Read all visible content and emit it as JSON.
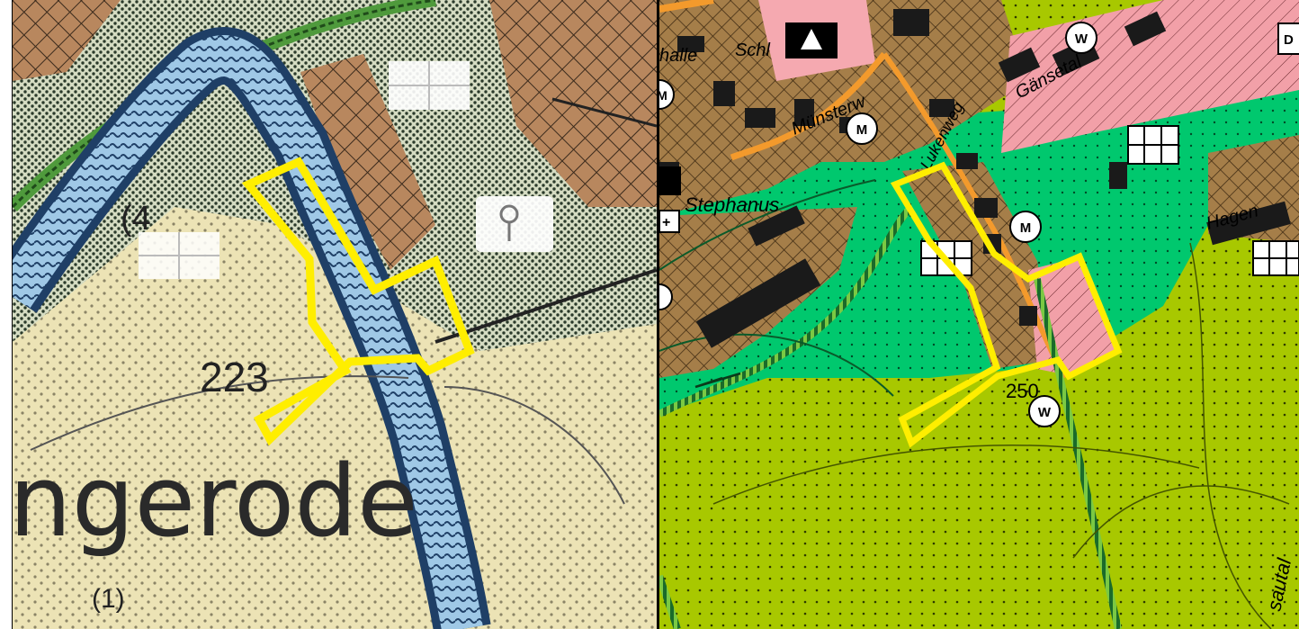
{
  "left_map": {
    "labels": {
      "place_name": "ngerode",
      "elevation_main": "223",
      "elevation_small": "(4",
      "elevation_bottom": "(1)"
    },
    "colors": {
      "settlement_brown": "#b8875e",
      "field_cream": "#ece3b5",
      "dotted_green": "#c9d6b3",
      "river_blue": "#2f5d8c",
      "river_light": "#9fc8e6",
      "boundary_yellow": "#ffee00",
      "forest_green": "#4f9a3c"
    }
  },
  "right_map": {
    "labels": {
      "street_1": "Münsterw",
      "street_2": "Lukenweg",
      "street_3": "Gänsetal",
      "church_name": "Stephanus",
      "hagen": "Hagen",
      "elevation": "250",
      "schl": "Schl",
      "halle": "halle",
      "auta": "sautal",
      "edge_letter": "D"
    },
    "symbols": {
      "w_top": "W",
      "w_bottom": "W",
      "m_1": "M",
      "m_2": "M",
      "m_edge": "M",
      "plus": "+"
    },
    "colors": {
      "mixed_brown": "#a57e49",
      "residential_pink": "#f2a0a8",
      "green_space": "#00c86e",
      "agriculture_lime": "#a8c800",
      "road_orange": "#f39a2c",
      "boundary_yellow": "#ffee00",
      "building_black": "#1a1a1a"
    }
  }
}
